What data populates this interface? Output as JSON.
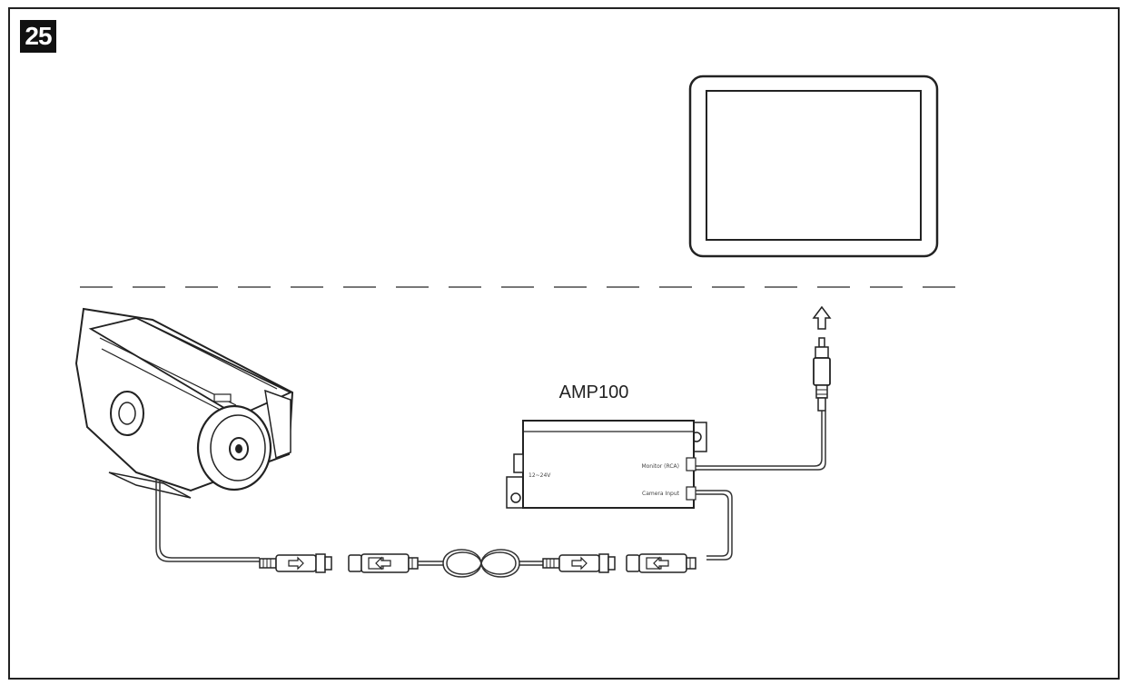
{
  "figure": {
    "step_number": "25",
    "amplifier_label": "AMP100",
    "amp_port_monitor": "Monitor (RCA)",
    "amp_port_camera": "Camera Input",
    "amp_port_power": "12~24V"
  },
  "icons": {
    "badge": "step-number-badge",
    "camera": "camera-icon",
    "monitor": "monitor-icon",
    "amplifier": "amplifier-box-icon",
    "arrow": "up-arrow-icon",
    "connector": "connector-icon"
  },
  "colors": {
    "line": "#222222",
    "cable": "#444444",
    "badge_bg": "#111111",
    "badge_fg": "#ffffff"
  }
}
